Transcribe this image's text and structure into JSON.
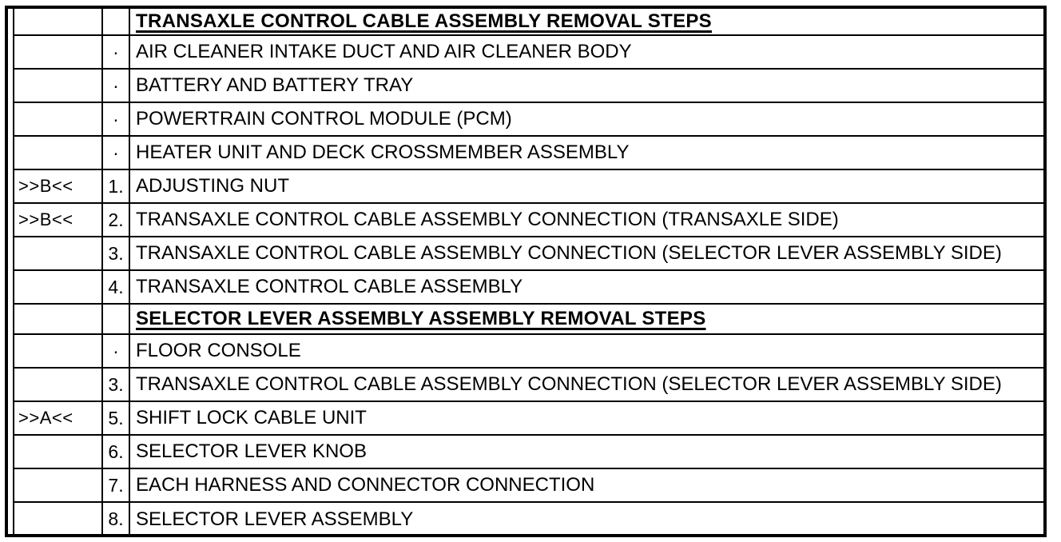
{
  "colors": {
    "ink": "#000000",
    "paper": "#ffffff"
  },
  "table": {
    "columns": [
      "marker",
      "step",
      "description"
    ],
    "rows": [
      {
        "marker": "",
        "step": "",
        "desc": "TRANSAXLE CONTROL CABLE ASSEMBLY REMOVAL STEPS",
        "header": true
      },
      {
        "marker": "",
        "step": "·",
        "desc": "AIR CLEANER INTAKE DUCT AND AIR CLEANER BODY"
      },
      {
        "marker": "",
        "step": "·",
        "desc": "BATTERY AND BATTERY TRAY"
      },
      {
        "marker": "",
        "step": "·",
        "desc": "POWERTRAIN CONTROL MODULE (PCM)"
      },
      {
        "marker": "",
        "step": "·",
        "desc": "HEATER UNIT AND DECK CROSSMEMBER ASSEMBLY"
      },
      {
        "marker": ">>B<<",
        "step": "1.",
        "desc": "ADJUSTING NUT"
      },
      {
        "marker": ">>B<<",
        "step": "2.",
        "desc": "TRANSAXLE CONTROL CABLE ASSEMBLY CONNECTION (TRANSAXLE SIDE)"
      },
      {
        "marker": "",
        "step": "3.",
        "desc": "TRANSAXLE CONTROL CABLE ASSEMBLY CONNECTION (SELECTOR LEVER ASSEMBLY SIDE)"
      },
      {
        "marker": "",
        "step": "4.",
        "desc": "TRANSAXLE CONTROL CABLE ASSEMBLY"
      },
      {
        "marker": "",
        "step": "",
        "desc": "SELECTOR LEVER ASSEMBLY ASSEMBLY REMOVAL STEPS",
        "header": true
      },
      {
        "marker": "",
        "step": "·",
        "desc": "FLOOR CONSOLE"
      },
      {
        "marker": "",
        "step": "3.",
        "desc": "TRANSAXLE CONTROL CABLE ASSEMBLY CONNECTION (SELECTOR LEVER ASSEMBLY SIDE)"
      },
      {
        "marker": ">>A<<",
        "step": "5.",
        "desc": "SHIFT LOCK CABLE UNIT"
      },
      {
        "marker": "",
        "step": "6.",
        "desc": "SELECTOR LEVER KNOB"
      },
      {
        "marker": "",
        "step": "7.",
        "desc": "EACH HARNESS AND CONNECTOR CONNECTION"
      },
      {
        "marker": "",
        "step": "8.",
        "desc": "SELECTOR LEVER ASSEMBLY"
      }
    ]
  }
}
